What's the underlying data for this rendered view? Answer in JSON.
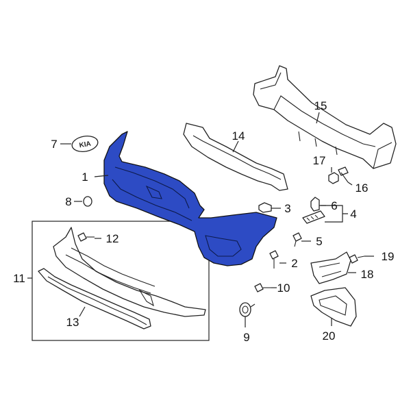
{
  "diagram": {
    "callouts": [
      "1",
      "2",
      "3",
      "4",
      "5",
      "6",
      "7",
      "8",
      "9",
      "10",
      "11",
      "12",
      "13",
      "14",
      "15",
      "16",
      "17",
      "18",
      "19",
      "20"
    ],
    "badge_text": "KIA",
    "colors": {
      "highlight": "#2d4bc4",
      "line": "#222222",
      "background": "#ffffff"
    }
  }
}
